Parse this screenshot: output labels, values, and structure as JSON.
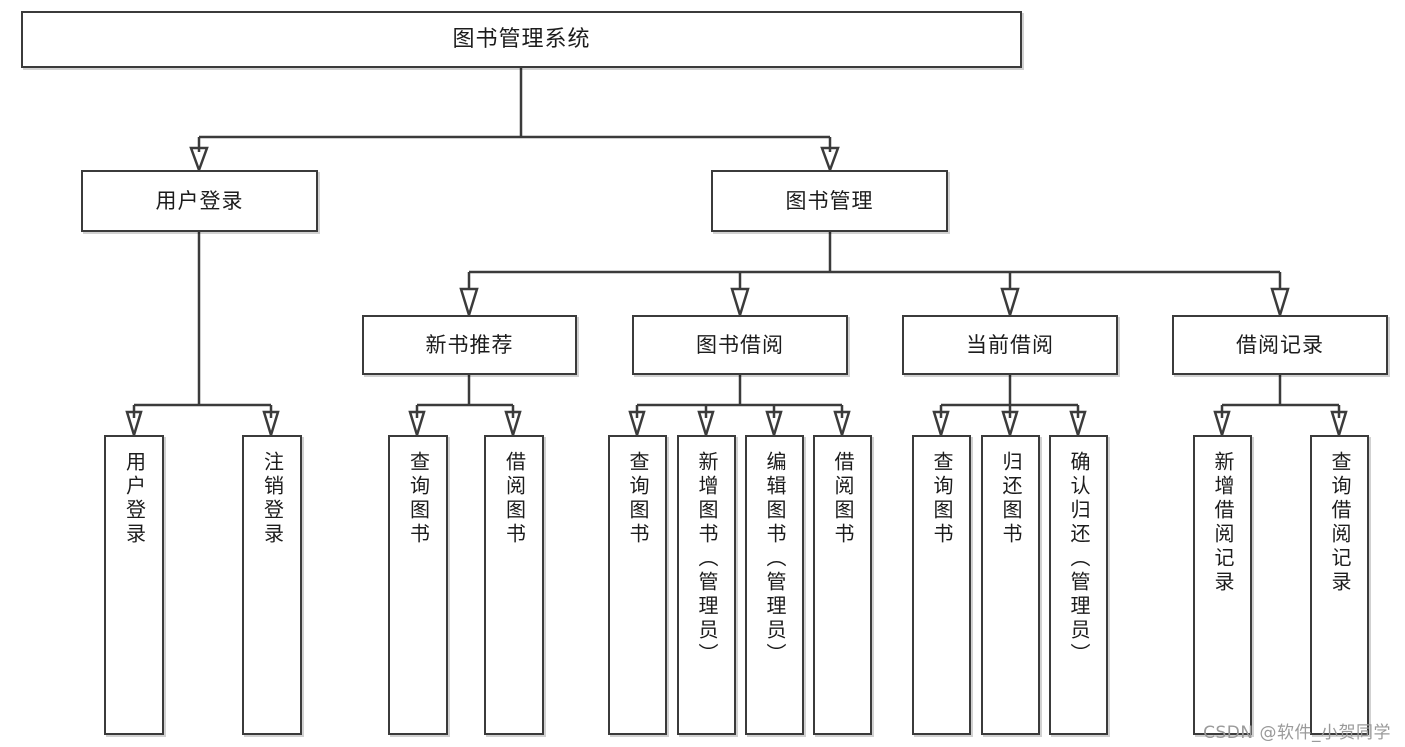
{
  "diagram": {
    "title": "图书管理系统",
    "type": "tree",
    "watermark": "CSDN @软件_小贺同学",
    "colors": {
      "box_border": "#3b3b3b",
      "box_fill": "#ffffff",
      "edge": "#3b3b3b",
      "text": "#1c1c1c",
      "watermark": "#9a9a9a"
    },
    "nodes": {
      "root": {
        "label": "图书管理系统"
      },
      "level2": [
        {
          "label": "用户登录"
        },
        {
          "label": "图书管理"
        }
      ],
      "level3": [
        {
          "label": "新书推荐"
        },
        {
          "label": "图书借阅"
        },
        {
          "label": "当前借阅"
        },
        {
          "label": "借阅记录"
        }
      ],
      "leaves": {
        "user_login": [
          {
            "label": "用户登录"
          },
          {
            "label": "注销登录"
          }
        ],
        "new_book_recommend": [
          {
            "label": "查询图书"
          },
          {
            "label": "借阅图书"
          }
        ],
        "book_borrow": [
          {
            "label": "查询图书"
          },
          {
            "label": "新增图书（管理员）"
          },
          {
            "label": "编辑图书（管理员）"
          },
          {
            "label": "借阅图书"
          }
        ],
        "current_borrow": [
          {
            "label": "查询图书"
          },
          {
            "label": "归还图书"
          },
          {
            "label": "确认归还（管理员）"
          }
        ],
        "borrow_record": [
          {
            "label": "新增借阅记录"
          },
          {
            "label": "查询借阅记录"
          }
        ]
      }
    }
  }
}
